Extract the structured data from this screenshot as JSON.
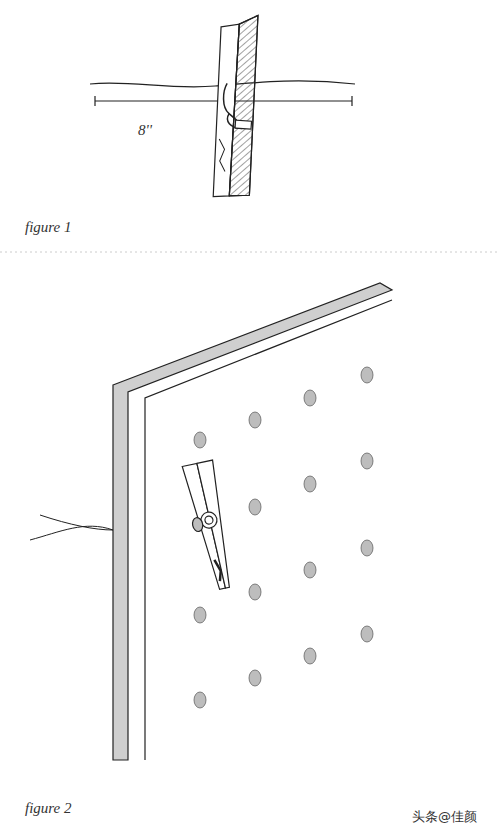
{
  "diagram": {
    "labels": [
      "8''",
      "figure 1",
      "figure 2",
      "头条@佳颜"
    ]
  }
}
